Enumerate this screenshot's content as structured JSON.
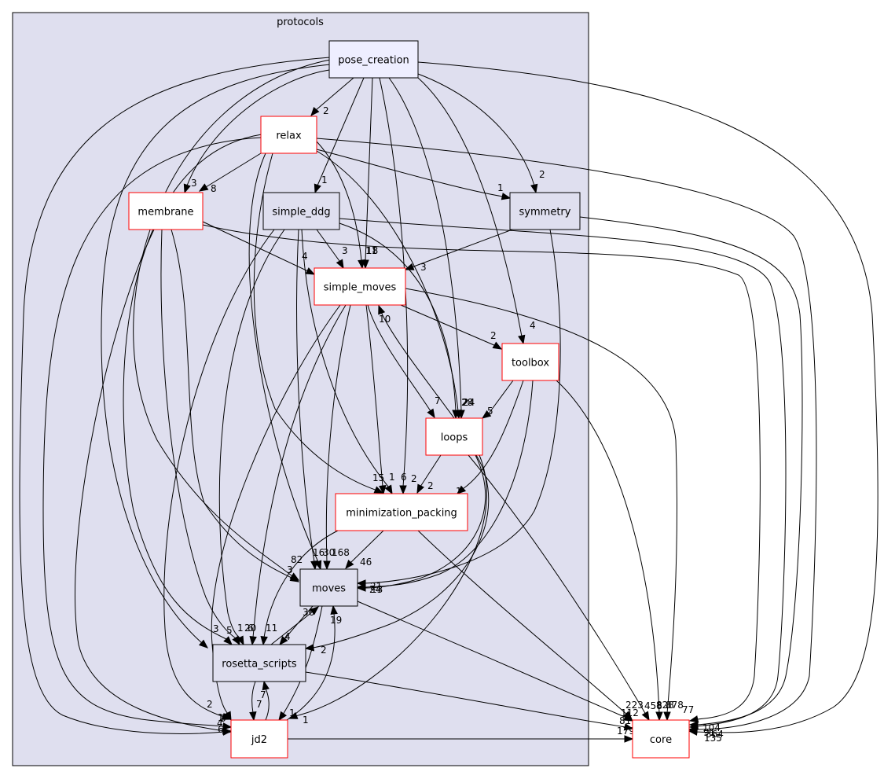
{
  "cluster": {
    "label": "protocols"
  },
  "nodes": [
    {
      "id": "pose_creation",
      "label": "pose_creation",
      "style": "current"
    },
    {
      "id": "relax",
      "label": "relax",
      "style": "red"
    },
    {
      "id": "membrane",
      "label": "membrane",
      "style": "red"
    },
    {
      "id": "simple_ddg",
      "label": "simple_ddg",
      "style": "plain"
    },
    {
      "id": "symmetry",
      "label": "symmetry",
      "style": "plain"
    },
    {
      "id": "simple_moves",
      "label": "simple_moves",
      "style": "red"
    },
    {
      "id": "toolbox",
      "label": "toolbox",
      "style": "red"
    },
    {
      "id": "loops",
      "label": "loops",
      "style": "red"
    },
    {
      "id": "minimization_packing",
      "label": "minimization_packing",
      "style": "red"
    },
    {
      "id": "moves",
      "label": "moves",
      "style": "plain"
    },
    {
      "id": "rosetta_scripts",
      "label": "rosetta_scripts",
      "style": "plain"
    },
    {
      "id": "jd2",
      "label": "jd2",
      "style": "red"
    },
    {
      "id": "core",
      "label": "core",
      "style": "red-outside"
    }
  ],
  "edges": [
    {
      "from": "pose_creation",
      "to": "relax",
      "label": "2"
    },
    {
      "from": "pose_creation",
      "to": "membrane",
      "label": "3"
    },
    {
      "from": "pose_creation",
      "to": "simple_ddg",
      "label": "1"
    },
    {
      "from": "pose_creation",
      "to": "symmetry",
      "label": "2"
    },
    {
      "from": "pose_creation",
      "to": "simple_moves",
      "label": "11"
    },
    {
      "from": "pose_creation",
      "to": "toolbox",
      "label": "4"
    },
    {
      "from": "pose_creation",
      "to": "loops",
      "label": "28"
    },
    {
      "from": "pose_creation",
      "to": "minimization_packing",
      "label": "2"
    },
    {
      "from": "pose_creation",
      "to": "moves",
      "label": "82"
    },
    {
      "from": "pose_creation",
      "to": "rosetta_scripts",
      "label": "3"
    },
    {
      "from": "pose_creation",
      "to": "jd2",
      "label": "6"
    },
    {
      "from": "pose_creation",
      "to": "core",
      "label": "135"
    },
    {
      "from": "relax",
      "to": "membrane",
      "label": "8"
    },
    {
      "from": "relax",
      "to": "symmetry",
      "label": "1"
    },
    {
      "from": "relax",
      "to": "simple_moves",
      "label": "18"
    },
    {
      "from": "relax",
      "to": "loops",
      "label": "24"
    },
    {
      "from": "relax",
      "to": "minimization_packing",
      "label": "15"
    },
    {
      "from": "relax",
      "to": "moves",
      "label": "30"
    },
    {
      "from": "relax",
      "to": "rosetta_scripts",
      "label": "5"
    },
    {
      "from": "relax",
      "to": "jd2",
      "label": "4"
    },
    {
      "from": "relax",
      "to": "core",
      "label": "364"
    },
    {
      "from": "membrane",
      "to": "simple_moves",
      "label": "4"
    },
    {
      "from": "membrane",
      "to": "moves",
      "label": "3"
    },
    {
      "from": "membrane",
      "to": "rosetta_scripts",
      "label": "1"
    },
    {
      "from": "membrane",
      "to": "jd2",
      "label": "1"
    },
    {
      "from": "membrane",
      "to": "core",
      "label": "77"
    },
    {
      "from": "simple_ddg",
      "to": "simple_moves",
      "label": "3"
    },
    {
      "from": "simple_ddg",
      "to": "loops",
      "label": "2"
    },
    {
      "from": "simple_ddg",
      "to": "minimization_packing",
      "label": "1"
    },
    {
      "from": "simple_ddg",
      "to": "moves",
      "label": "16"
    },
    {
      "from": "simple_ddg",
      "to": "rosetta_scripts",
      "label": "6"
    },
    {
      "from": "simple_ddg",
      "to": "jd2",
      "label": "2"
    },
    {
      "from": "simple_ddg",
      "to": "core",
      "label": "91"
    },
    {
      "from": "symmetry",
      "to": "simple_moves",
      "label": "3"
    },
    {
      "from": "symmetry",
      "to": "moves",
      "label": "21"
    },
    {
      "from": "symmetry",
      "to": "core",
      "label": "104"
    },
    {
      "from": "simple_moves",
      "to": "toolbox",
      "label": "2"
    },
    {
      "from": "simple_moves",
      "to": "loops",
      "label": "7"
    },
    {
      "from": "simple_moves",
      "to": "minimization_packing",
      "label": "6"
    },
    {
      "from": "simple_moves",
      "to": "moves",
      "label": "168"
    },
    {
      "from": "simple_moves",
      "to": "rosetta_scripts",
      "label": "20"
    },
    {
      "from": "simple_moves",
      "to": "jd2",
      "label": "3"
    },
    {
      "from": "simple_moves",
      "to": "core",
      "label": "878"
    },
    {
      "from": "toolbox",
      "to": "loops",
      "label": "5"
    },
    {
      "from": "toolbox",
      "to": "minimization_packing",
      "label": "1"
    },
    {
      "from": "toolbox",
      "to": "moves",
      "label": "24"
    },
    {
      "from": "toolbox",
      "to": "core",
      "label": "828"
    },
    {
      "from": "loops",
      "to": "simple_moves",
      "label": "10"
    },
    {
      "from": "loops",
      "to": "minimization_packing",
      "label": "2"
    },
    {
      "from": "loops",
      "to": "moves",
      "label": "13"
    },
    {
      "from": "loops",
      "to": "rosetta_scripts",
      "label": "2"
    },
    {
      "from": "loops",
      "to": "jd2",
      "label": "1"
    },
    {
      "from": "loops",
      "to": "core",
      "label": "458"
    },
    {
      "from": "minimization_packing",
      "to": "moves",
      "label": "46"
    },
    {
      "from": "minimization_packing",
      "to": "rosetta_scripts",
      "label": "11"
    },
    {
      "from": "minimization_packing",
      "to": "core",
      "label": "223"
    },
    {
      "from": "moves",
      "to": "rosetta_scripts",
      "label": "4"
    },
    {
      "from": "moves",
      "to": "jd2",
      "label": "1"
    },
    {
      "from": "moves",
      "to": "core",
      "label": "112"
    },
    {
      "from": "rosetta_scripts",
      "to": "moves",
      "label": "36"
    },
    {
      "from": "rosetta_scripts",
      "to": "jd2",
      "label": "7"
    },
    {
      "from": "rosetta_scripts",
      "to": "core",
      "label": "81"
    },
    {
      "from": "jd2",
      "to": "moves",
      "label": "19"
    },
    {
      "from": "jd2",
      "to": "rosetta_scripts",
      "label": "7"
    },
    {
      "from": "jd2",
      "to": "core",
      "label": "179"
    }
  ]
}
